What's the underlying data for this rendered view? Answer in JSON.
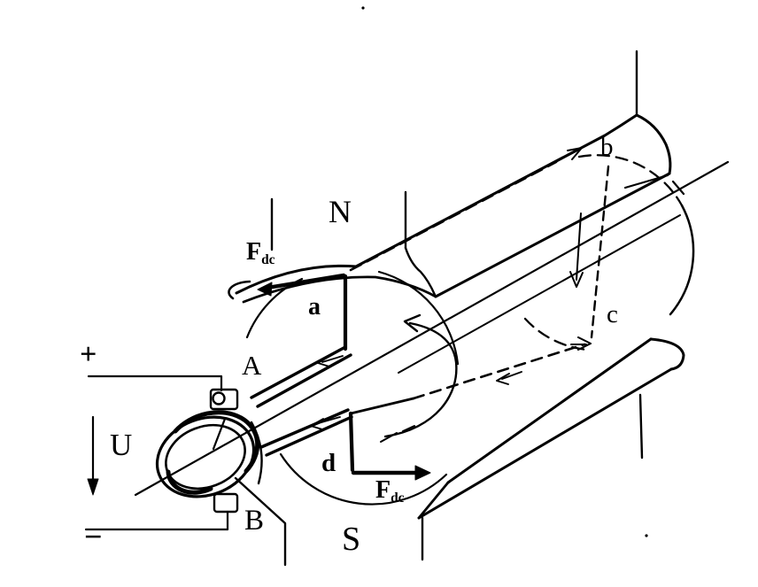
{
  "figure": {
    "description": "Hand-drawn diagram of a DC machine working principle: coil abcd between N and S poles, commutator with brushes A and B, applied voltage U, commutating forces Fdc"
  },
  "labels": {
    "north_pole": "N",
    "south_pole": "S",
    "brush_top": "A",
    "brush_bottom": "B",
    "voltage": "U",
    "terminal_positive": "+",
    "terminal_negative": "−",
    "coil_corner_a": "a",
    "coil_corner_b": "b",
    "coil_corner_c": "c",
    "coil_corner_d": "d",
    "force_top": {
      "main": "F",
      "sub": "dc"
    },
    "force_bottom": {
      "main": "F",
      "sub": "dc"
    }
  },
  "colors": {
    "ink": "#000000",
    "background": "#ffffff"
  }
}
